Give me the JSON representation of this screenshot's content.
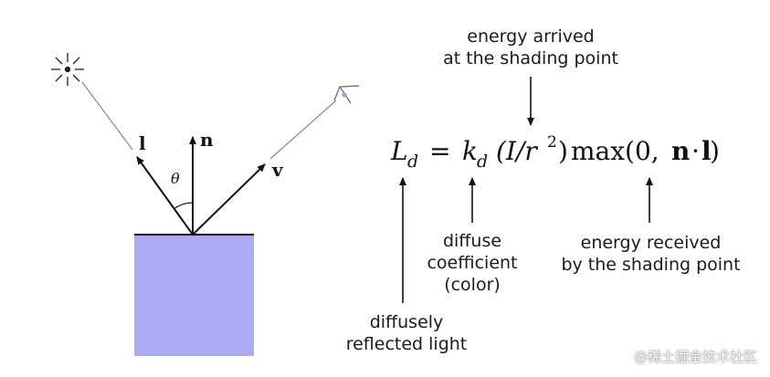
{
  "diagram": {
    "vector_labels": {
      "light": "l",
      "normal": "n",
      "view": "v",
      "angle": "θ"
    },
    "equation": {
      "lhs": "L",
      "lhs_sub": "d",
      "coef": "k",
      "coef_sub": "d",
      "intensity": "(I/r",
      "intensity_exp": "2",
      "intensity_close": ")",
      "max": "max(0,",
      "n": "n",
      "dot": "·",
      "l": "l",
      "close": ")"
    },
    "annotations": {
      "energy_arrived": [
        "energy arrived",
        "at the shading point"
      ],
      "diffuse_coefficient": [
        "diffuse",
        "coefficient",
        "(color)"
      ],
      "energy_received": [
        "energy received",
        "by the shading point"
      ],
      "diffusely_reflected": [
        "diffusely",
        "reflected light"
      ]
    },
    "colors": {
      "surface": "#aaaaf5",
      "ink": "#111111",
      "ray": "#777777"
    }
  },
  "watermark": "@稀土掘金技术社区"
}
